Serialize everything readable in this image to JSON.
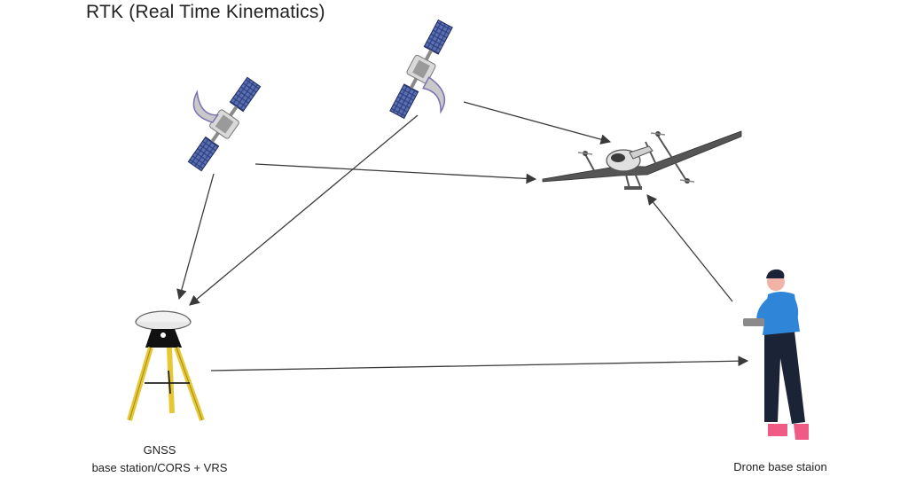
{
  "title": "RTK (Real Time Kinematics)",
  "nodes": {
    "gnss": {
      "line1": "GNSS",
      "line2": "base station/CORS + VRS",
      "icon": "gnss-receiver-tripod-icon"
    },
    "operator": {
      "label": "Drone base staion",
      "icon": "person-with-controller-icon"
    },
    "drone": {
      "icon": "vtol-drone-icon"
    },
    "satellite_left": {
      "icon": "satellite-icon"
    },
    "satellite_right": {
      "icon": "satellite-icon"
    }
  },
  "colors": {
    "arrow": "#3a3a3a",
    "tripod_leg": "#e8c832",
    "shirt": "#2f86d8",
    "trousers": "#1b2336",
    "shoes": "#ef5b84",
    "solar_panel": "#2e3f7a",
    "dish": "#c7c7c7"
  }
}
